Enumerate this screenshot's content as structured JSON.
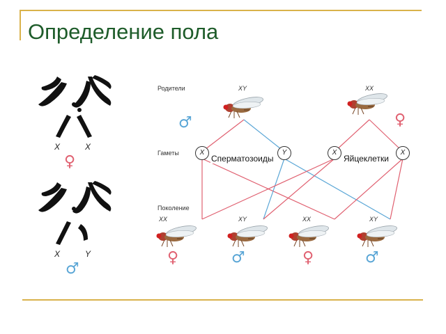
{
  "slide": {
    "title": "Определение пола"
  },
  "chromosomes": {
    "female_labels": [
      "X",
      "X"
    ],
    "male_labels": [
      "X",
      "Y"
    ],
    "female_symbol": "♀",
    "male_symbol": "♂"
  },
  "cross": {
    "parents_label": "Родители",
    "gametes_label": "Гаметы",
    "generation_label": "Поколение",
    "sperm_label": "Сперматозоиды",
    "eggs_label": "Яйцеклетки",
    "father_genotype": "XY",
    "mother_genotype": "XX",
    "father_symbol": "♂",
    "mother_symbol": "♀",
    "gametes": [
      "X",
      "Y",
      "X",
      "X"
    ],
    "offspring": [
      {
        "genotype": "XX",
        "symbol": "♀"
      },
      {
        "genotype": "XY",
        "symbol": "♂"
      },
      {
        "genotype": "XX",
        "symbol": "♀"
      },
      {
        "genotype": "XY",
        "symbol": "♂"
      }
    ]
  },
  "colors": {
    "title": "#1e5c2a",
    "decor_line": "#d9b24a",
    "female_line": "#e06070",
    "male_line": "#5aa6d6"
  }
}
